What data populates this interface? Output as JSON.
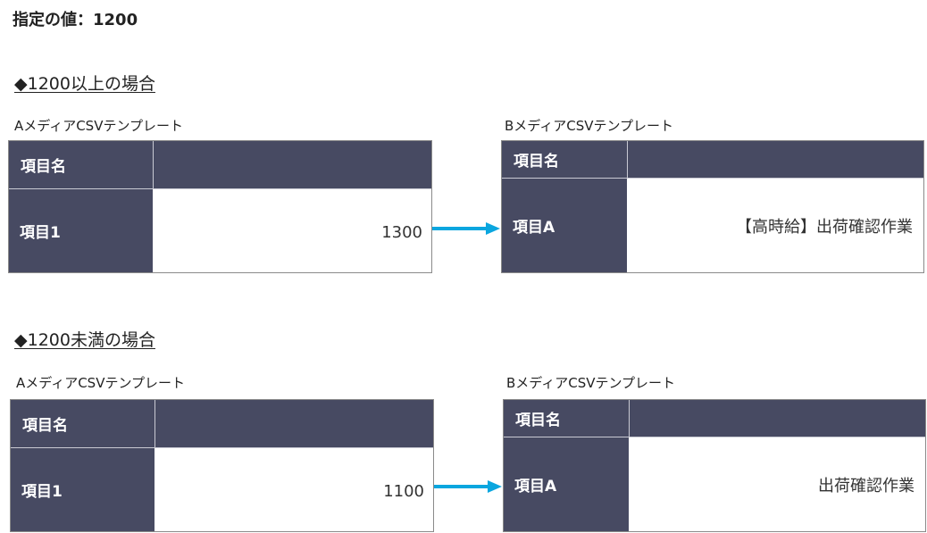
{
  "heading": "指定の値：1200",
  "sections": [
    {
      "title": "◆1200以上の場合",
      "left_table": {
        "label": "AメディアCSVテンプレート",
        "header": "項目名",
        "row_name": "項目1",
        "row_value": "1300"
      },
      "right_table": {
        "label": "BメディアCSVテンプレート",
        "header": "項目名",
        "row_name": "項目A",
        "row_value": "【高時給】出荷確認作業"
      }
    },
    {
      "title": "◆1200未満の場合",
      "left_table": {
        "label": "AメディアCSVテンプレート",
        "header": "項目名",
        "row_name": "項目1",
        "row_value": "1100"
      },
      "right_table": {
        "label": "BメディアCSVテンプレート",
        "header": "項目名",
        "row_name": "項目A",
        "row_value": "出荷確認作業"
      }
    }
  ],
  "colors": {
    "header_bg": "#474a62",
    "arrow": "#0aa6df"
  }
}
